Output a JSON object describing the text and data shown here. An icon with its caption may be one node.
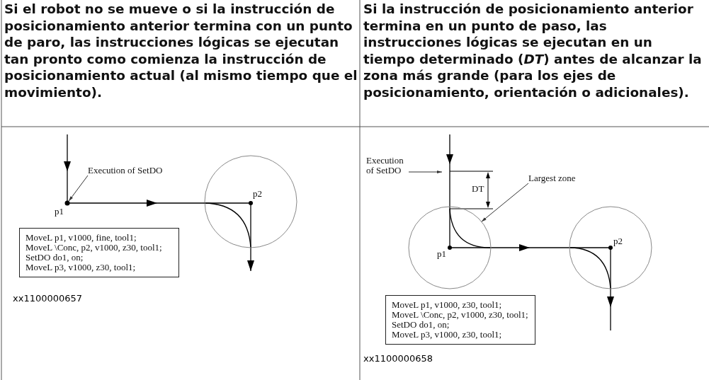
{
  "diagram": {
    "nodes": [
      {
        "text": [
          "Execution of SetDO"
        ]
      },
      {
        "text": [],
        "shape": "circle",
        "beside": [
          "p1"
        ]
      },
      {
        "text": [],
        "shape": "circle"
      },
      {
        "text": [
          "MoveL p1, v1000, fine, tool1;",
          "MoveL \\Conc, p2, v1000, z30, tool1;",
          "SetDO do1, on;",
          "MoveL p3, v1000, z30, tool1;"
        ]
      },
      {
        "text": [
          "Execution of SetDO"
        ]
      },
      {
        "text": [
          "Largest zone"
        ]
      },
      {
        "text": [],
        "shape": "circle"
      },
      {
        "text": [],
        "shape": "circle"
      },
      {
        "text": [
          "MoveL p1, v1000, z30, tool1;",
          "MoveL \\Conc, p2, v1000, z30, tool1;",
          "SetDO do1, on;",
          "MoveL p3, v1000, z30, tool1;"
        ]
      }
    ],
    "edges": [
      {
        "from": 0,
        "to": 1,
        "arrow": "to"
      },
      {
        "from": 4,
        "to": null,
        "arrow": "to"
      },
      {
        "from": 5,
        "to": 6,
        "arrow": "to"
      }
    ],
    "labels": [
      "Si el robot no se mueve o si la instrucción de posicionamiento anterior termina con un punto de paro, las instrucciones lógicas se ejecutan tan pronto como comienza la instrucción de posicionamiento actual (al mismo tiempo que el movimiento).",
      "Si la instrucción de posicionamiento anterior termina en un punto de paso, las instrucciones lógicas se ejecutan en un tiempo determinado (*DT*) antes de alcanzar la zona más grande (para los ejes de posicionamiento, orientación o adicionales).",
      "p2",
      "xx1100000657",
      "DT",
      "p1",
      "p2",
      "xx1100000658"
    ]
  }
}
